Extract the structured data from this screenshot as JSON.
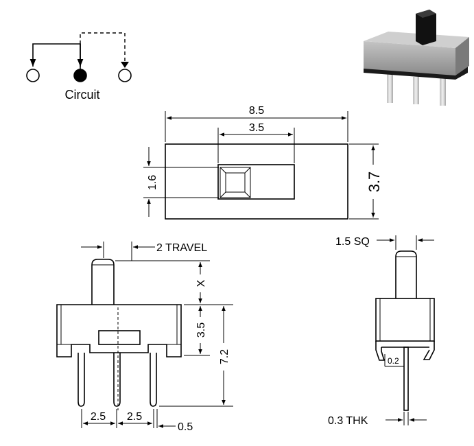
{
  "circuit": {
    "label": "Circuit"
  },
  "top_view": {
    "width_dim": "8.5",
    "slot_dim": "3.5",
    "height_dim": "3.7",
    "knob_dim": "1.6"
  },
  "front_view": {
    "travel_dim": "2 TRAVEL",
    "x_dim": "X",
    "body_height_dim": "3.5",
    "total_height_dim": "7.2",
    "pitch_left_dim": "2.5",
    "pitch_right_dim": "2.5",
    "pin_width_dim": "0.5"
  },
  "side_view": {
    "actuator_dim": "1.5 SQ",
    "offset_dim": "0.2",
    "thickness_dim": "0.3 THK"
  },
  "colors": {
    "ink": "#000000",
    "photo_body": "#9a9a9a",
    "photo_base": "#1a1a1a",
    "photo_pin": "#d8d8d8"
  }
}
